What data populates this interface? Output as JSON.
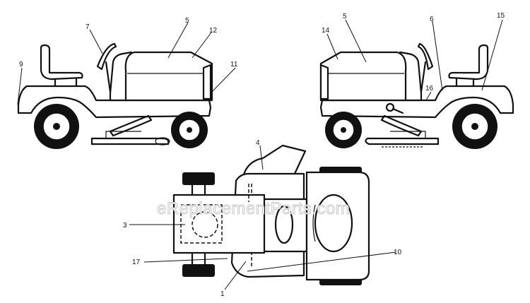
{
  "watermark": "eReplacementParts.com",
  "callouts": [
    {
      "id": "c7",
      "label": "7"
    },
    {
      "id": "c5a",
      "label": "5"
    },
    {
      "id": "c12",
      "label": "12"
    },
    {
      "id": "c9",
      "label": "9"
    },
    {
      "id": "c11",
      "label": "11"
    },
    {
      "id": "c5b",
      "label": "5"
    },
    {
      "id": "c14",
      "label": "14"
    },
    {
      "id": "c6",
      "label": "6"
    },
    {
      "id": "c15",
      "label": "15"
    },
    {
      "id": "c16",
      "label": "16"
    },
    {
      "id": "c4",
      "label": "4"
    },
    {
      "id": "c3",
      "label": "3"
    },
    {
      "id": "c17",
      "label": "17"
    },
    {
      "id": "c10",
      "label": "10"
    },
    {
      "id": "c1",
      "label": "1"
    }
  ]
}
